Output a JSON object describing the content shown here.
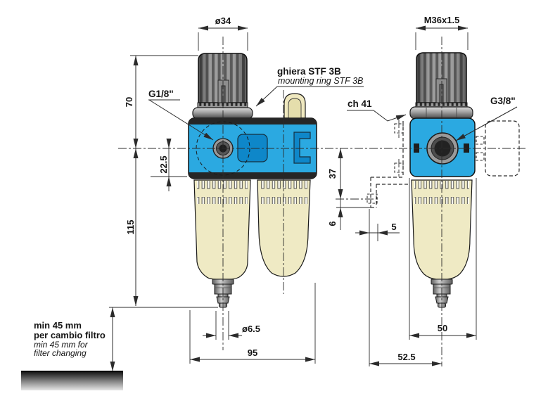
{
  "drawing": {
    "colors": {
      "body_blue": "#2BA9E1",
      "body_blue_dark": "#0E87C9",
      "bowl_tan": "#EFEAC4",
      "outline_black": "#101010",
      "dimension_gray": "#2B2B2B"
    },
    "labels": {
      "dia_knob_left": "ø34",
      "thread_knob_right": "M36x1.5",
      "port_left": "G1/8\"",
      "port_right": "G3/8\"",
      "wrench_size": "ch 41",
      "mounting_ring_it": "ghiera STF 3B",
      "mounting_ring_en": "mounting ring STF 3B",
      "dim_70": "70",
      "dim_22_5": "22.5",
      "dim_115": "115",
      "dim_37": "37",
      "dim_6": "6",
      "dim_5": "5",
      "dia_drain": "ø6.5",
      "dim_95": "95",
      "dim_50": "50",
      "dim_52_5": "52.5",
      "clearance_it_1": "min 45 mm",
      "clearance_it_2": "per cambio filtro",
      "clearance_en_1": "min 45 mm for",
      "clearance_en_2": "filter changing"
    }
  }
}
